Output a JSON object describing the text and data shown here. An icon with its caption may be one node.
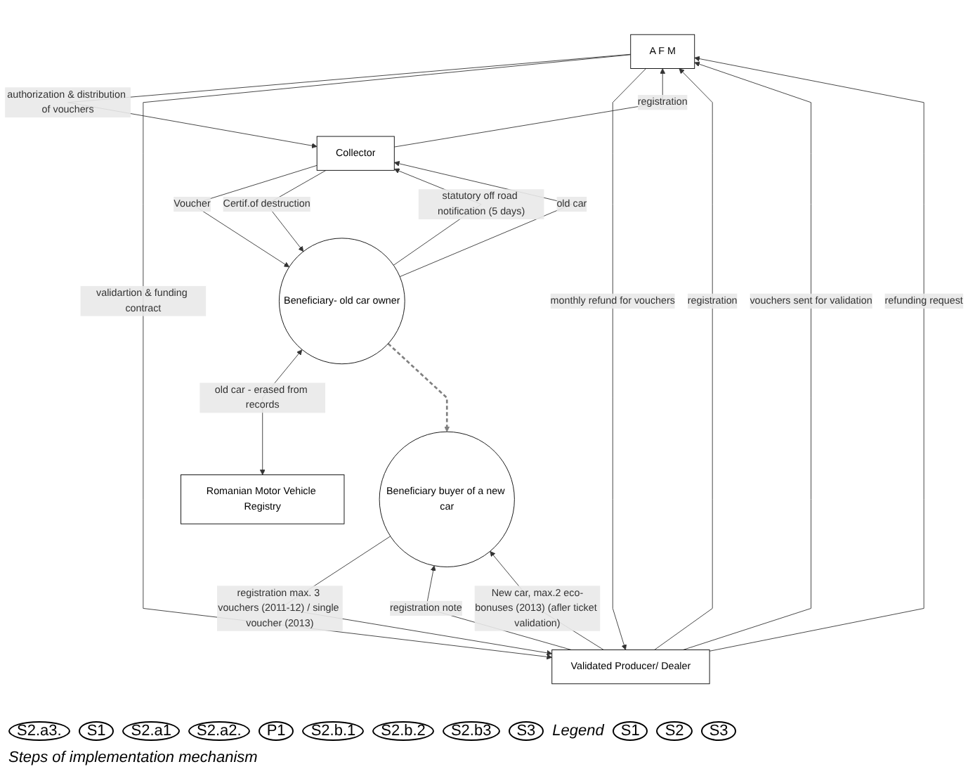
{
  "diagram": {
    "nodes": [
      {
        "text": [
          "A F M"
        ]
      },
      {
        "text": [
          "Collector"
        ]
      },
      {
        "text": [
          "Beneficiary- old car owner"
        ]
      },
      {
        "text": [
          "Romanian Motor Vehicle Registry"
        ]
      },
      {
        "text": [
          "Validated Producer/ Dealer"
        ]
      },
      {
        "text": [
          "Beneficiary buyer of a new car"
        ]
      }
    ],
    "edges": [
      {
        "from": 1,
        "to": 0,
        "arrow": "to",
        "label": "registration"
      },
      {
        "from": 0,
        "to": 1,
        "arrow": "to",
        "label": "authorization & distribution of vouchers"
      },
      {
        "from": 1,
        "to": 2,
        "arrow": "to",
        "label": "Voucher"
      },
      {
        "from": 2,
        "to": 1,
        "arrow": "to",
        "label": "statutory off road notification (5 days)"
      },
      {
        "from": 2,
        "to": 1,
        "arrow": "to",
        "label": "old car"
      },
      {
        "from": 1,
        "to": 2,
        "arrow": "to",
        "label": "Certif.of destruction"
      },
      {
        "from": 2,
        "to": 3,
        "arrow": "both",
        "label": "old car - erased from records"
      },
      {
        "from": 2,
        "to": 5,
        "arrow": "to",
        "style": "dashed",
        "color": "#808080"
      },
      {
        "from": 4,
        "to": 0,
        "arrow": "to",
        "label": "registration"
      },
      {
        "from": 0,
        "to": 4,
        "arrow": "to",
        "label": "validartion & funding contract"
      },
      {
        "from": 5,
        "to": 4,
        "arrow": "to",
        "label": "registration max. 3 vouchers (2011-12) / single voucher (2013)"
      },
      {
        "from": 4,
        "to": 5,
        "arrow": "to",
        "label": "registration note"
      },
      {
        "from": 4,
        "to": 0,
        "arrow": "to",
        "label": "vouchers sent for validation"
      },
      {
        "from": 4,
        "to": 0,
        "arrow": "to",
        "label": "refunding request"
      },
      {
        "from": 0,
        "to": 4,
        "arrow": "to",
        "label": "monthly refund for vouchers"
      },
      {
        "from": 4,
        "to": 5,
        "arrow": "to",
        "label": "New car, max.2 eco-bonuses (2013) (afler ticket validation)"
      }
    ],
    "labels": [
      "S2.a3.",
      "S1",
      "S2.a1",
      "S2.a2.",
      "P1",
      "S2.b.1",
      "S2.b.2",
      "S2.b3",
      "S3",
      "Legend",
      "S1",
      "S2",
      "S3"
    ],
    "legend": [
      {
        "text": "Steps of implementation mechanism"
      }
    ]
  }
}
